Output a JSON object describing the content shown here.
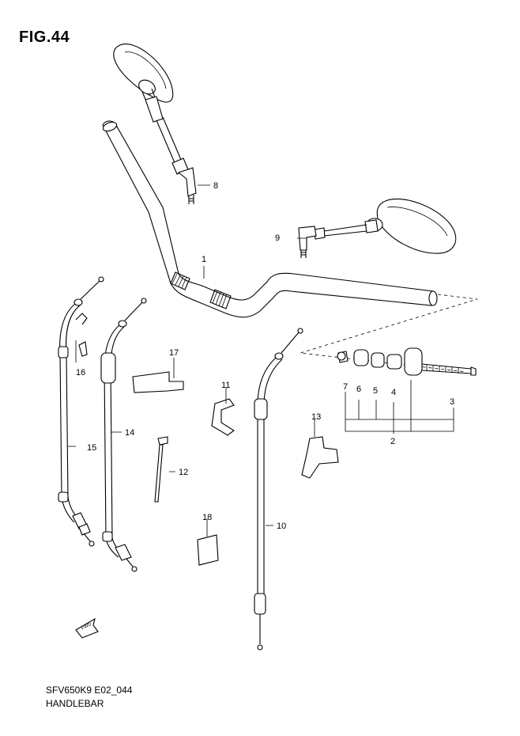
{
  "figure": {
    "title": "FIG.44",
    "code": "SFV650K9 E02_044",
    "caption": "HANDLEBAR",
    "fwd_label": "FWD"
  },
  "callouts": [
    "1",
    "2",
    "3",
    "4",
    "5",
    "6",
    "7",
    "8",
    "9",
    "10",
    "11",
    "12",
    "13",
    "14",
    "15",
    "16",
    "17",
    "18"
  ],
  "icons": [
    "mirror-left-icon",
    "mirror-right-icon",
    "handlebar-icon",
    "throttle-cable-icon",
    "clutch-cable-icon",
    "bar-end-weight-icon",
    "fwd-arrow-icon"
  ]
}
